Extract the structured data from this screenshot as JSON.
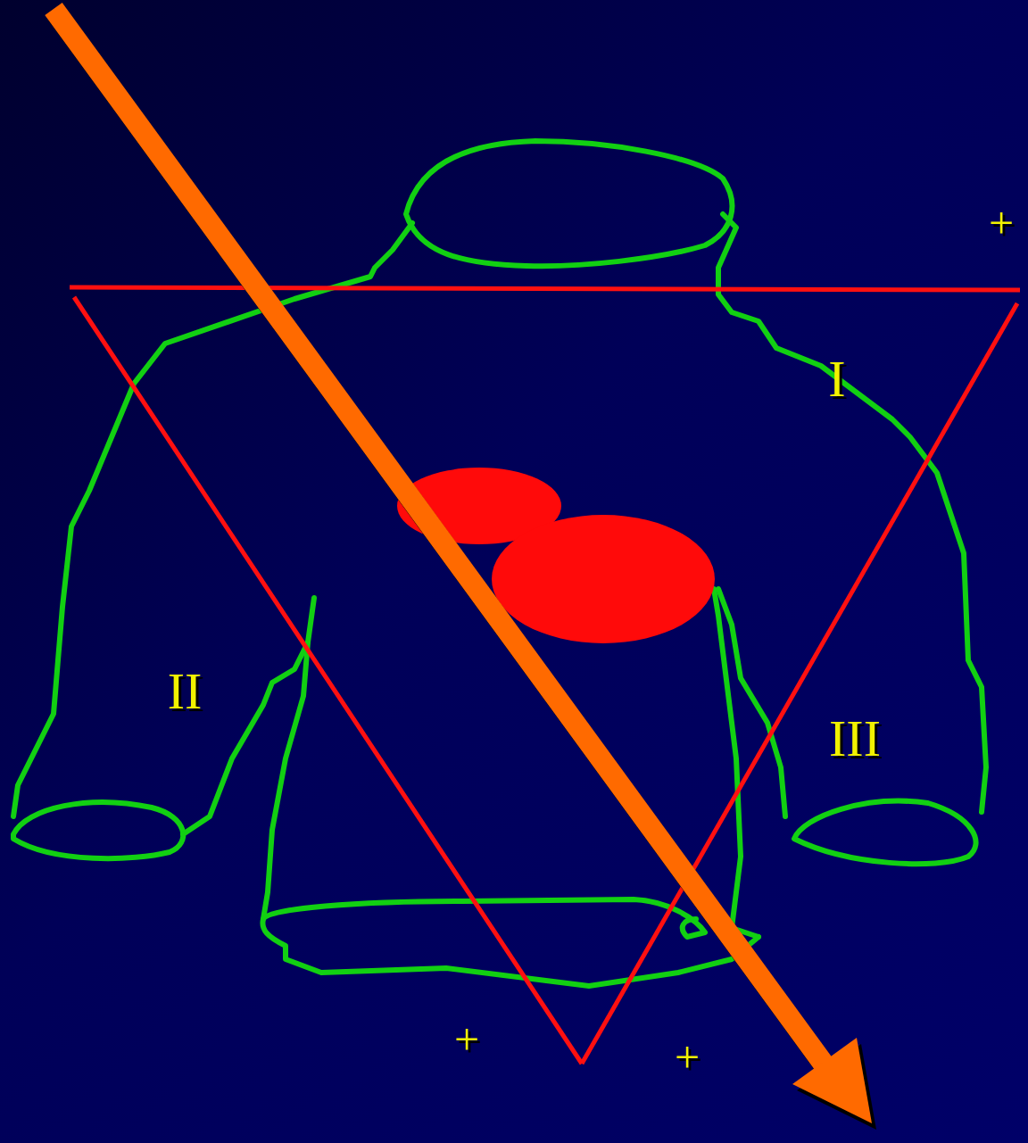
{
  "diagram": {
    "labels": [
      "+",
      "I",
      "II",
      "III",
      "+",
      "+"
    ]
  }
}
